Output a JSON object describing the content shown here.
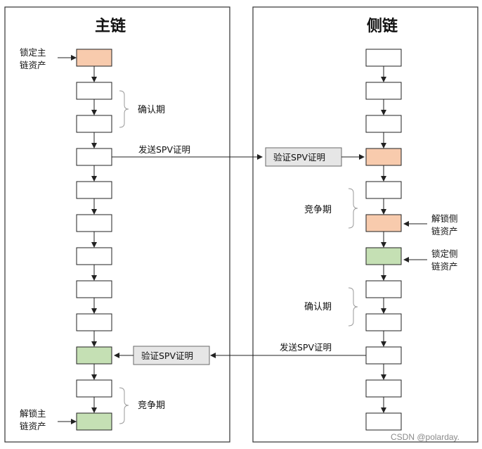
{
  "colors": {
    "border": "#333333",
    "arrow": "#222222",
    "block_default": "#ffffff",
    "block_orange": "#f8cbad",
    "block_green": "#c5e0b4",
    "verify_box_fill": "#e6e6e6",
    "verify_box_border": "#6a6a6a",
    "bracket": "#9a9a9a",
    "watermark": "#8a8a8a"
  },
  "main_chain": {
    "title": "主链",
    "lock_label": [
      "锁定主",
      "链资产"
    ],
    "confirm_label": "确认期",
    "send_spv_label": "发送SPV证明",
    "verify_spv_label": "验证SPV证明",
    "contest_label": "竞争期",
    "unlock_label": [
      "解锁主",
      "链资产"
    ],
    "block_colors": [
      "orange",
      "white",
      "white",
      "white",
      "white",
      "white",
      "white",
      "white",
      "white",
      "green",
      "white",
      "green"
    ]
  },
  "side_chain": {
    "title": "侧链",
    "verify_spv_label": "验证SPV证明",
    "contest_label": "竞争期",
    "unlock_label": [
      "解锁侧",
      "链资产"
    ],
    "lock_label": [
      "锁定侧",
      "链资产"
    ],
    "confirm_label": "确认期",
    "send_spv_label": "发送SPV证明",
    "block_colors": [
      "white",
      "white",
      "white",
      "orange",
      "white",
      "orange",
      "green",
      "white",
      "white",
      "white",
      "white",
      "white"
    ]
  },
  "watermark": "CSDN @polarday."
}
